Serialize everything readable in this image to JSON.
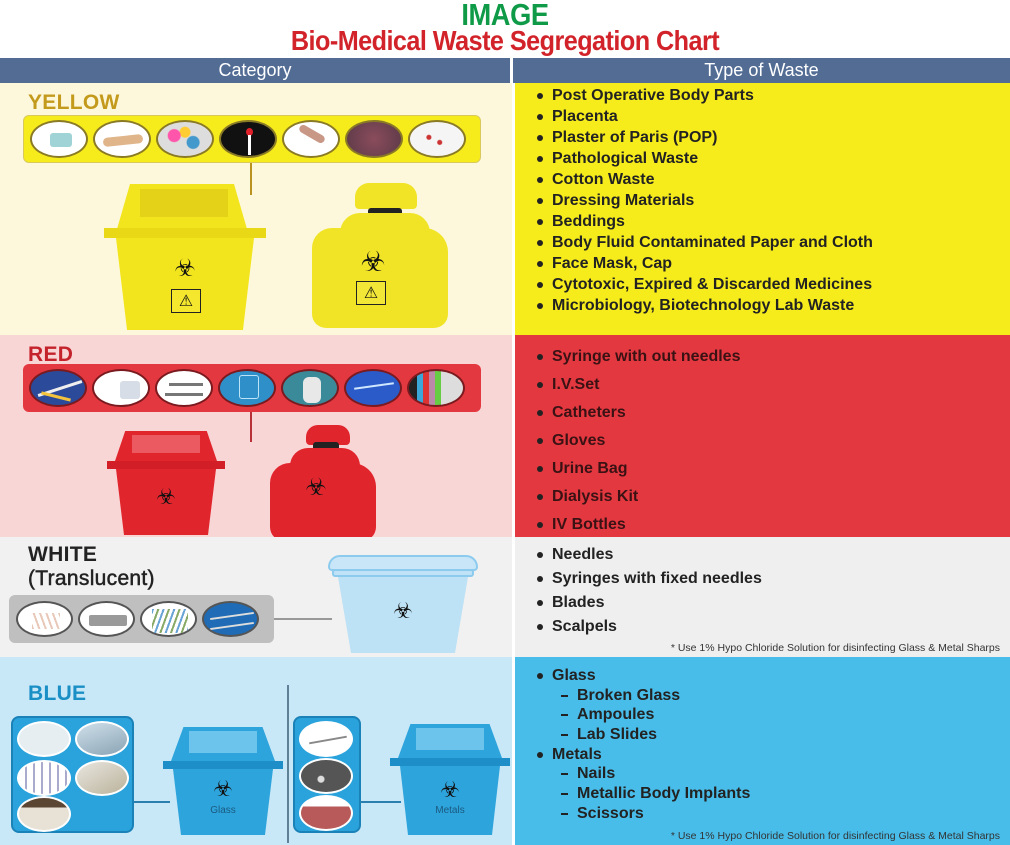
{
  "header": {
    "title": "IMAGE",
    "subtitle": "Bio-Medical Waste Segregation Chart"
  },
  "table": {
    "columns": [
      "Category",
      "Type of Waste"
    ]
  },
  "colors": {
    "title_green": "#0f9a48",
    "subtitle_red": "#d2232a",
    "header_bg": "#526c94",
    "yellow": "#f7ec1b",
    "red": "#e43840",
    "white": "#efefef",
    "blue": "#49bde9"
  },
  "categories": [
    {
      "name": "YELLOW",
      "icons": [
        "face-mask",
        "bandage",
        "pills",
        "cotton-swab",
        "amputated-leg",
        "placenta",
        "blood-soaked-cotton"
      ],
      "containers": [
        "yellow-bin",
        "yellow-bag"
      ],
      "items": [
        "Post Operative Body Parts",
        "Placenta",
        "Plaster of Paris (POP)",
        "Pathological Waste",
        "Cotton Waste",
        "Dressing Materials",
        "Beddings",
        "Body Fluid Contaminated Paper and Cloth",
        "Face Mask, Cap",
        "Cytotoxic, Expired & Discarded Medicines",
        "Microbiology, Biotechnology Lab Waste"
      ]
    },
    {
      "name": "RED",
      "icons": [
        "catheter",
        "urine-bag",
        "syringes",
        "iv-bag",
        "gloves",
        "iv-tubing",
        "vacutainer-tubes"
      ],
      "containers": [
        "red-bin",
        "red-bag"
      ],
      "items": [
        "Syringe with out needles",
        "I.V.Set",
        "Catheters",
        "Gloves",
        "Urine Bag",
        "Dialysis Kit",
        "IV Bottles"
      ]
    },
    {
      "name": "WHITE",
      "name_sub": "(Translucent)",
      "icons": [
        "needles",
        "razor-blade",
        "hypodermic-needles",
        "scalpels"
      ],
      "containers": [
        "translucent-container"
      ],
      "items": [
        "Needles",
        "Syringes with fixed needles",
        "Blades",
        "Scalpels"
      ],
      "note": "* Use 1% Hypo Chloride Solution for disinfecting Glass & Metal Sharps"
    },
    {
      "name": "BLUE",
      "icons_glass": [
        "glass-bottles",
        "lab-slides",
        "vials",
        "broken-glass",
        "ampoules"
      ],
      "icons_metal": [
        "forceps",
        "metal-nails",
        "dental-implant"
      ],
      "bin_labels": [
        "Glass",
        "Metals"
      ],
      "groups": [
        {
          "label": "Glass",
          "items": [
            "Broken Glass",
            "Ampoules",
            "Lab Slides"
          ]
        },
        {
          "label": "Metals",
          "items": [
            "Nails",
            "Metallic Body Implants",
            "Scissors"
          ]
        }
      ],
      "note": "* Use 1% Hypo Chloride Solution for disinfecting Glass & Metal Sharps"
    }
  ]
}
